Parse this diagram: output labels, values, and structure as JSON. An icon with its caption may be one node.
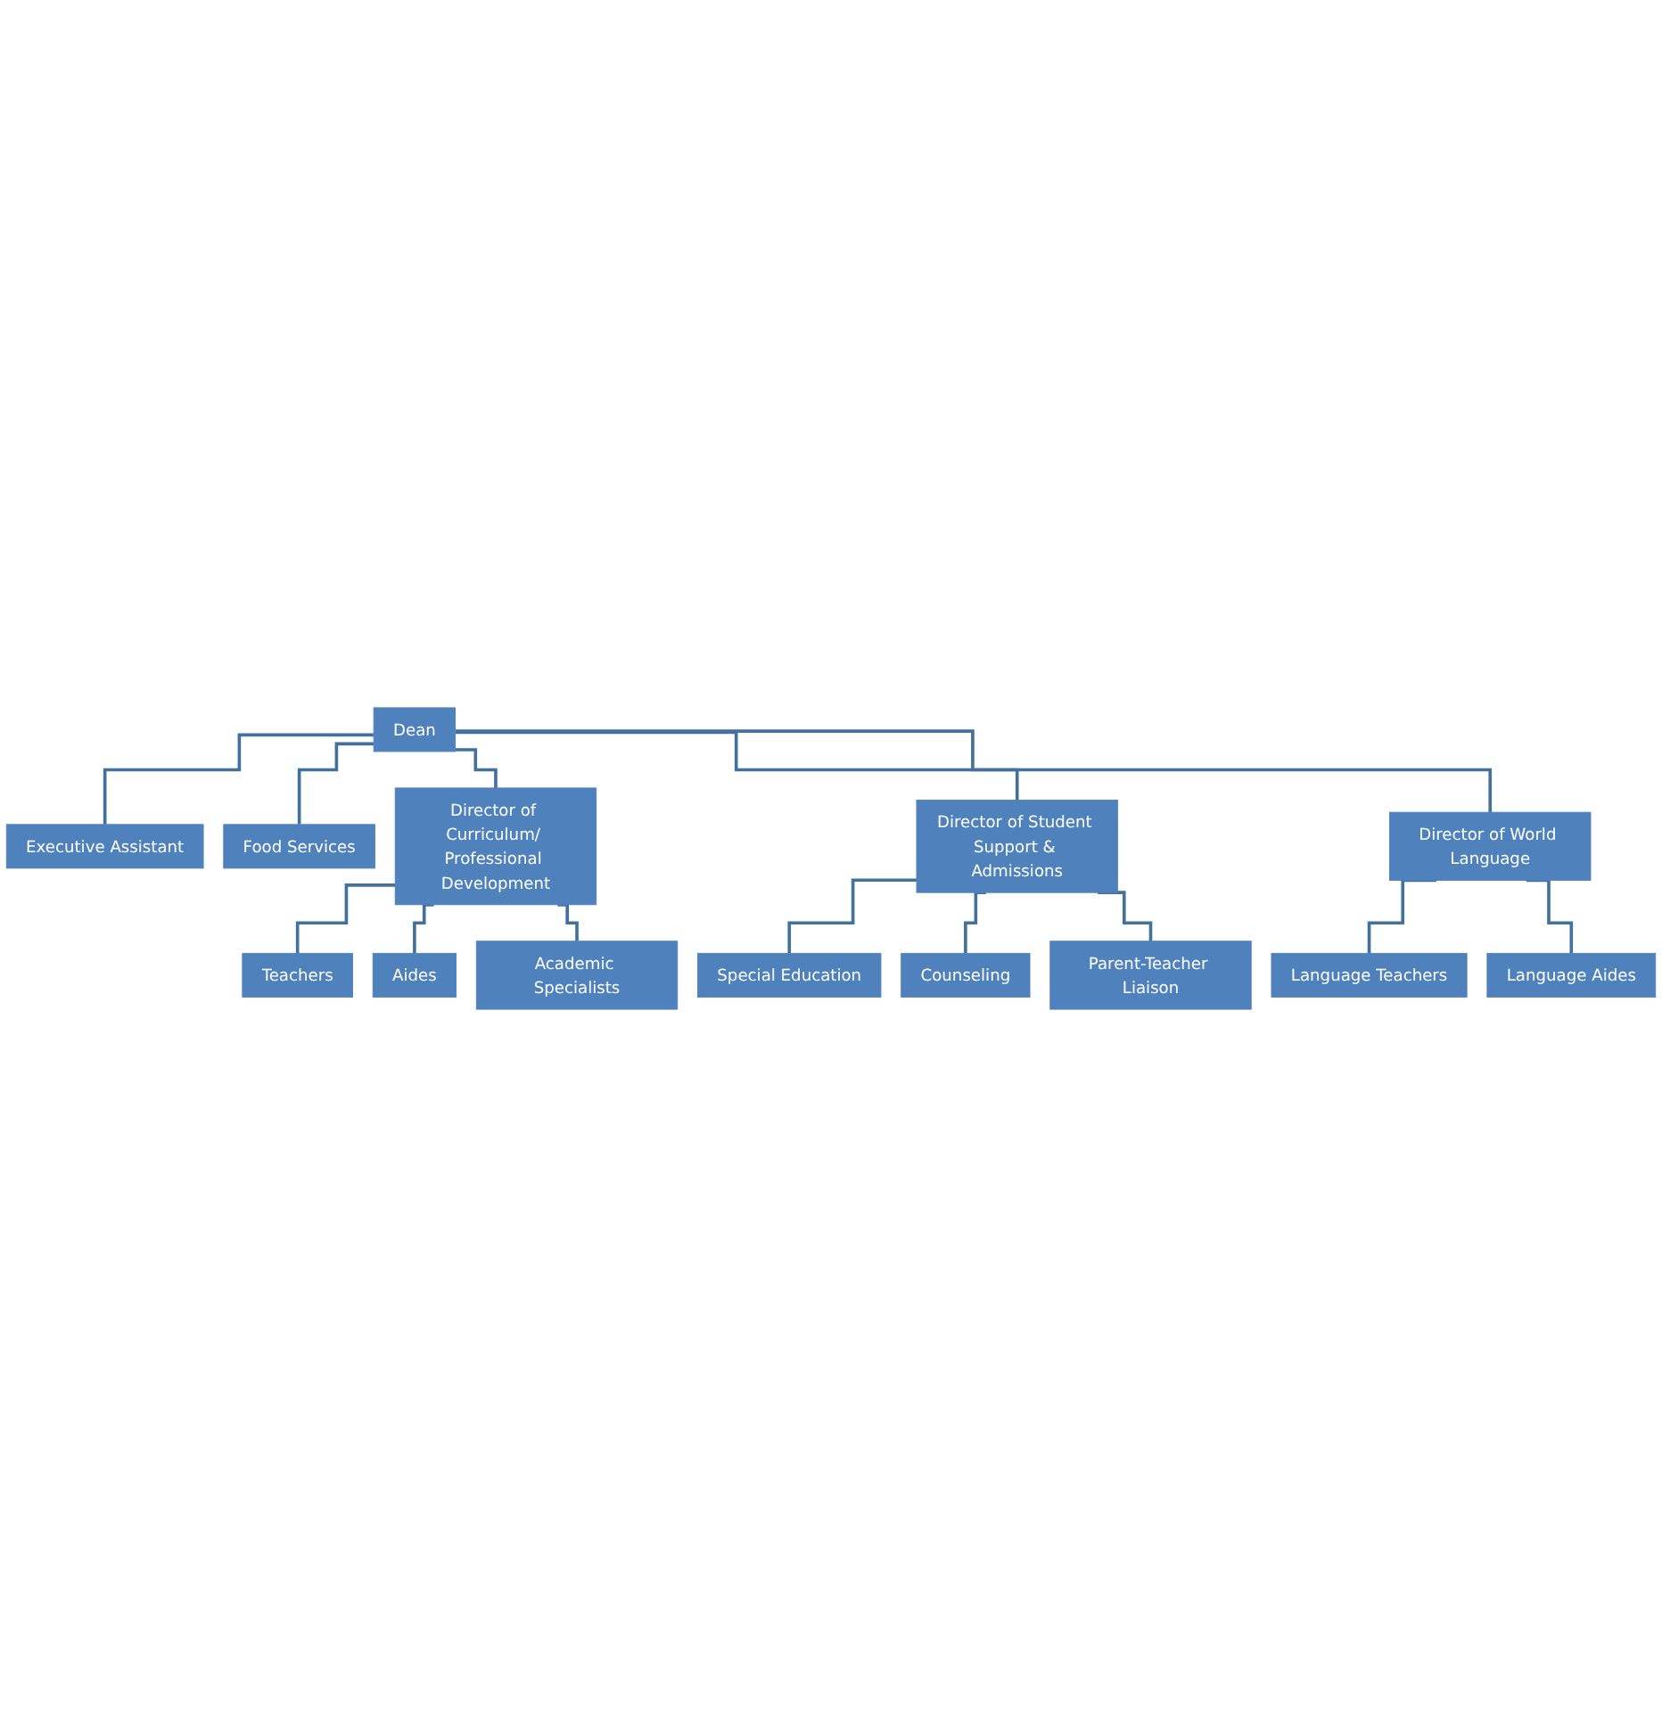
{
  "diagram": {
    "nodes": [
      {
        "text": [
          "Dean"
        ]
      },
      {
        "text": [
          "Executive Assistant"
        ]
      },
      {
        "text": [
          "Food Services"
        ]
      },
      {
        "text": [
          "Director of Curriculum/ Professional Development"
        ]
      },
      {
        "text": [
          "Director of Student Support & Admissions"
        ]
      },
      {
        "text": [
          "Director of World Language"
        ]
      },
      {
        "text": [
          "Teachers"
        ]
      },
      {
        "text": [
          "Aides"
        ]
      },
      {
        "text": [
          "Academic Specialists"
        ]
      },
      {
        "text": [
          "Special Education"
        ]
      },
      {
        "text": [
          "Counseling"
        ]
      },
      {
        "text": [
          "Parent-Teacher Liaison"
        ]
      },
      {
        "text": [
          "Language Teachers"
        ]
      },
      {
        "text": [
          "Language Aides"
        ]
      }
    ],
    "edges": [
      {
        "from": 0,
        "to": 1,
        "arrow": "none"
      },
      {
        "from": 0,
        "to": 2,
        "arrow": "none"
      },
      {
        "from": 0,
        "to": 3,
        "arrow": "none"
      },
      {
        "from": 0,
        "to": 4,
        "arrow": "none"
      },
      {
        "from": 0,
        "to": 5,
        "arrow": "none"
      },
      {
        "from": 3,
        "to": 6,
        "arrow": "none"
      },
      {
        "from": 3,
        "to": 7,
        "arrow": "none"
      },
      {
        "from": 3,
        "to": 8,
        "arrow": "none"
      },
      {
        "from": 4,
        "to": 9,
        "arrow": "none"
      },
      {
        "from": 4,
        "to": 10,
        "arrow": "none"
      },
      {
        "from": 4,
        "to": 11,
        "arrow": "none"
      },
      {
        "from": 5,
        "to": 12,
        "arrow": "none"
      },
      {
        "from": 5,
        "to": 13,
        "arrow": "none"
      }
    ]
  }
}
